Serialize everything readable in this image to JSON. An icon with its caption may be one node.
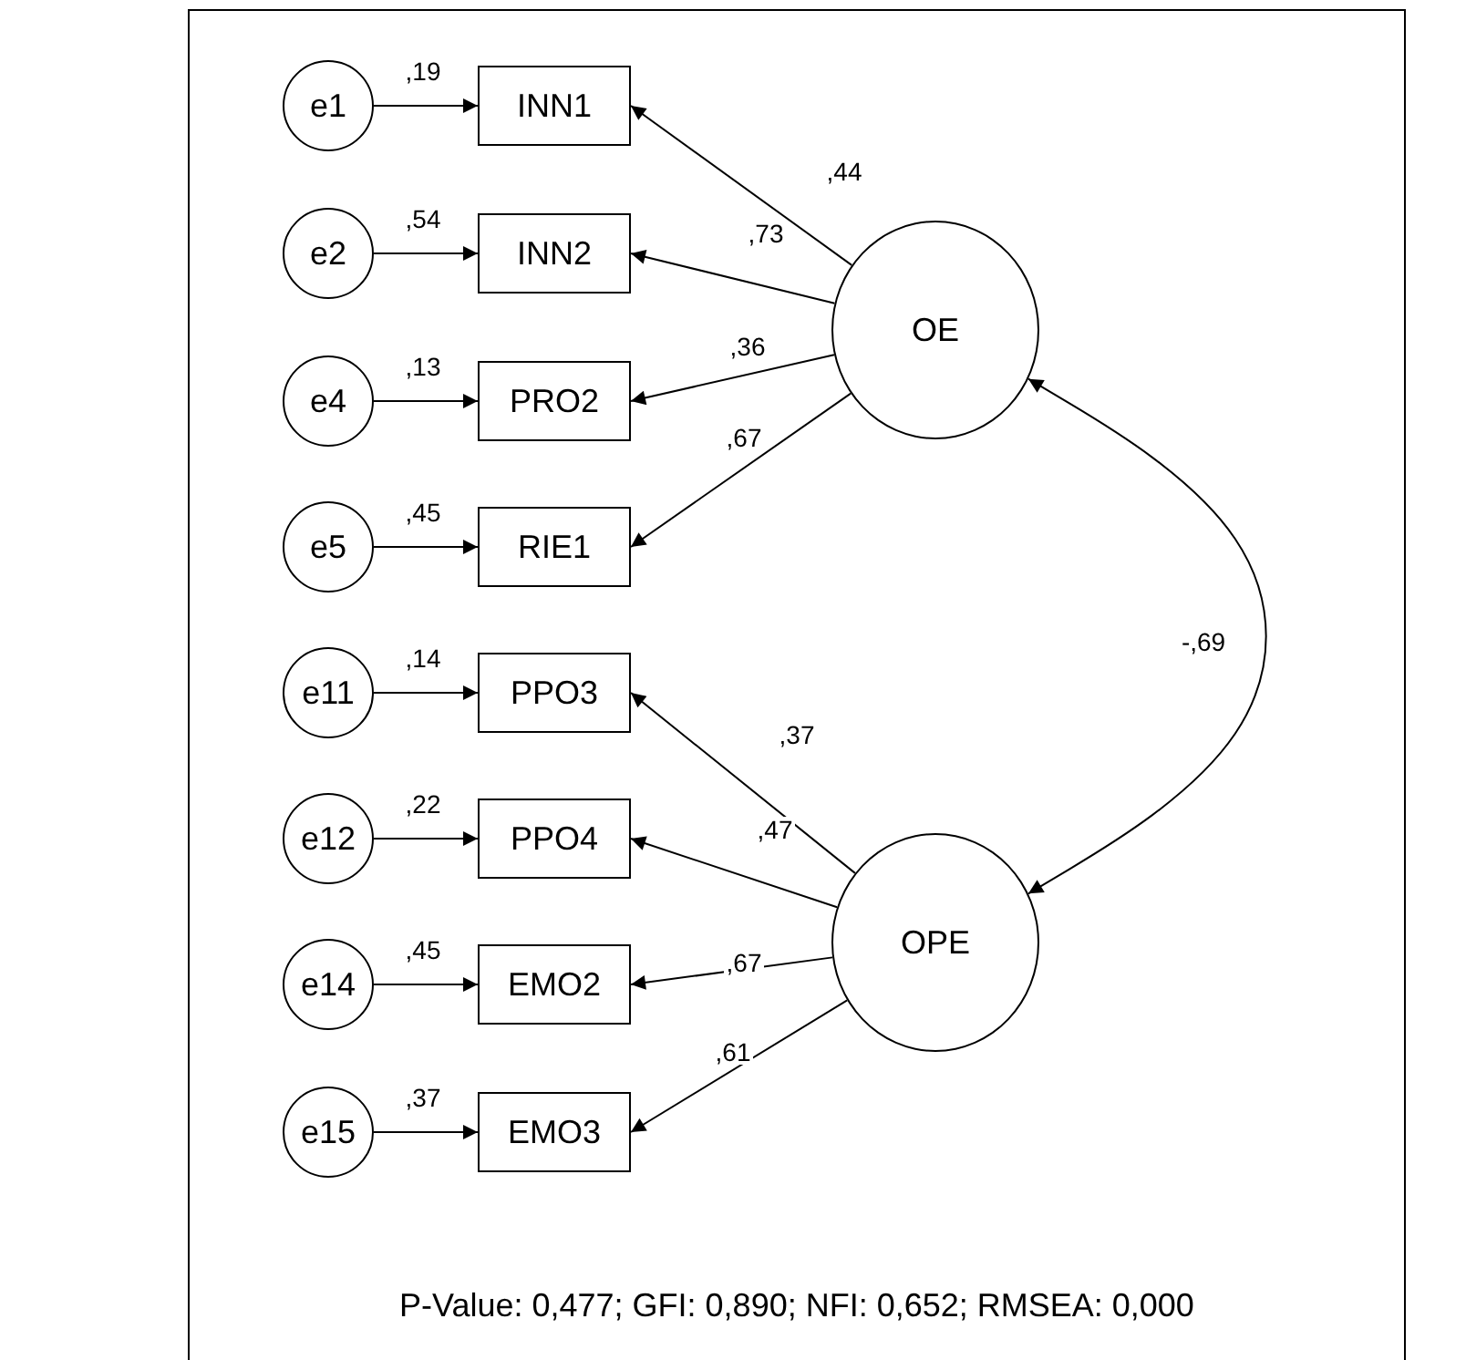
{
  "diagram": {
    "nodes": [
      {
        "text": [
          "e1"
        ]
      },
      {
        "text": [
          "e2"
        ]
      },
      {
        "text": [
          "e4"
        ]
      },
      {
        "text": [
          "e5"
        ]
      },
      {
        "text": [
          "e11"
        ]
      },
      {
        "text": [
          "e12"
        ]
      },
      {
        "text": [
          "e14"
        ]
      },
      {
        "text": [
          "e15"
        ]
      },
      {
        "text": [
          "INN1"
        ]
      },
      {
        "text": [
          "INN2"
        ]
      },
      {
        "text": [
          "PRO2"
        ]
      },
      {
        "text": [
          "RIE1"
        ]
      },
      {
        "text": [
          "PPO3"
        ]
      },
      {
        "text": [
          "PPO4"
        ]
      },
      {
        "text": [
          "EMO2"
        ]
      },
      {
        "text": [
          "EMO3"
        ]
      },
      {
        "text": [
          "OE"
        ]
      },
      {
        "text": [
          "OPE"
        ]
      }
    ],
    "edges": [
      {
        "from": 0,
        "to": 8,
        "arrow": "to",
        "label": ",19"
      },
      {
        "from": 1,
        "to": 9,
        "arrow": "to",
        "label": ",54"
      },
      {
        "from": 2,
        "to": 10,
        "arrow": "to",
        "label": ",13"
      },
      {
        "from": 3,
        "to": 11,
        "arrow": "to",
        "label": ",45"
      },
      {
        "from": 4,
        "to": 12,
        "arrow": "to",
        "label": ",14"
      },
      {
        "from": 5,
        "to": 13,
        "arrow": "to",
        "label": ",22"
      },
      {
        "from": 6,
        "to": 14,
        "arrow": "to",
        "label": ",45"
      },
      {
        "from": 7,
        "to": 15,
        "arrow": "to",
        "label": ",37"
      },
      {
        "from": 16,
        "to": 8,
        "arrow": "to",
        "label": ",44"
      },
      {
        "from": 16,
        "to": 9,
        "arrow": "to",
        "label": ",73"
      },
      {
        "from": 16,
        "to": 10,
        "arrow": "to",
        "label": ",36"
      },
      {
        "from": 16,
        "to": 11,
        "arrow": "to",
        "label": ",67"
      },
      {
        "from": 17,
        "to": 12,
        "arrow": "to",
        "label": ",37"
      },
      {
        "from": 17,
        "to": 13,
        "arrow": "to",
        "label": ",47"
      },
      {
        "from": 17,
        "to": 14,
        "arrow": "to",
        "label": ",67"
      },
      {
        "from": 17,
        "to": 15,
        "arrow": "to",
        "label": ",61"
      },
      {
        "from": 16,
        "to": 17,
        "arrow": "both",
        "label": "-,69"
      }
    ],
    "labels": [
      "P-Value: 0,477; GFI: 0,890; NFI: 0,652; RMSEA: 0,000"
    ]
  }
}
